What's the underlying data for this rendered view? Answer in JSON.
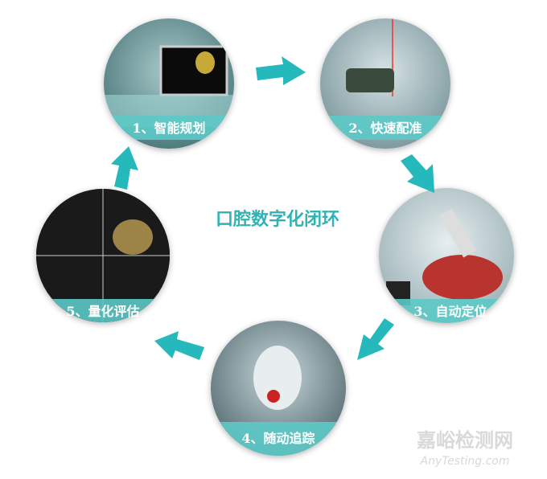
{
  "title": "口腔数字化闭环",
  "steps": [
    {
      "label": "1、智能规划"
    },
    {
      "label": "2、快速配准"
    },
    {
      "label": "3、自动定位"
    },
    {
      "label": "4、随动追踪"
    },
    {
      "label": "5、量化评估"
    }
  ],
  "watermark": {
    "cn": "嘉峪检测网",
    "en": "AnyTesting.com"
  },
  "colors": {
    "accent": "#26b9bb",
    "band": "#5cc9c6",
    "title": "#2fb3b5"
  }
}
